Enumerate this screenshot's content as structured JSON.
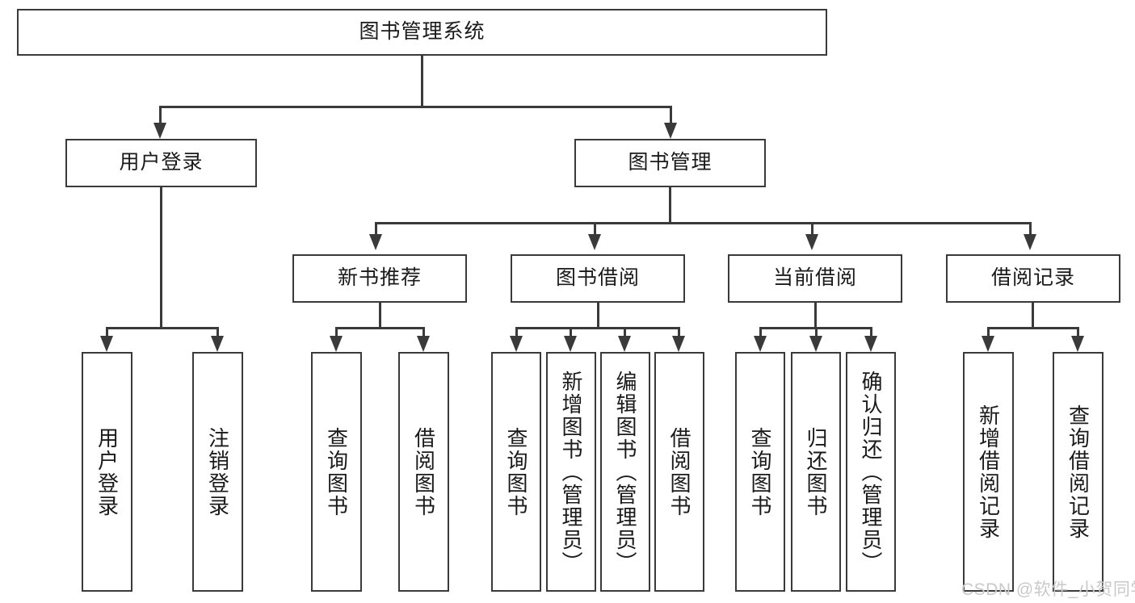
{
  "diagram": {
    "title": "图书管理系统",
    "type": "tree-hierarchy-diagram",
    "colors": {
      "stroke": "#3a3a3a",
      "fill": "#ffffff",
      "text": "#1a1a1a",
      "watermark": "#c9c9c9"
    },
    "root": {
      "label": "图书管理系统"
    },
    "level2": [
      {
        "label": "用户登录"
      },
      {
        "label": "图书管理"
      }
    ],
    "level3": [
      {
        "label": "新书推荐"
      },
      {
        "label": "图书借阅"
      },
      {
        "label": "当前借阅"
      },
      {
        "label": "借阅记录"
      }
    ],
    "leaves": {
      "user_login": [
        {
          "label": "用户登录"
        },
        {
          "label": "注销登录"
        }
      ],
      "new_book_recommend": [
        {
          "label": "查询图书"
        },
        {
          "label": "借阅图书"
        }
      ],
      "book_borrow": [
        {
          "label": "查询图书"
        },
        {
          "label": "新增图书（管理员）"
        },
        {
          "label": "编辑图书（管理员）"
        },
        {
          "label": "借阅图书"
        }
      ],
      "current_borrow": [
        {
          "label": "查询图书"
        },
        {
          "label": "归还图书"
        },
        {
          "label": "确认归还（管理员）"
        }
      ],
      "borrow_record": [
        {
          "label": "新增借阅记录"
        },
        {
          "label": "查询借阅记录"
        }
      ]
    }
  },
  "watermark": {
    "text": "CSDN @软件_小贺同学"
  }
}
